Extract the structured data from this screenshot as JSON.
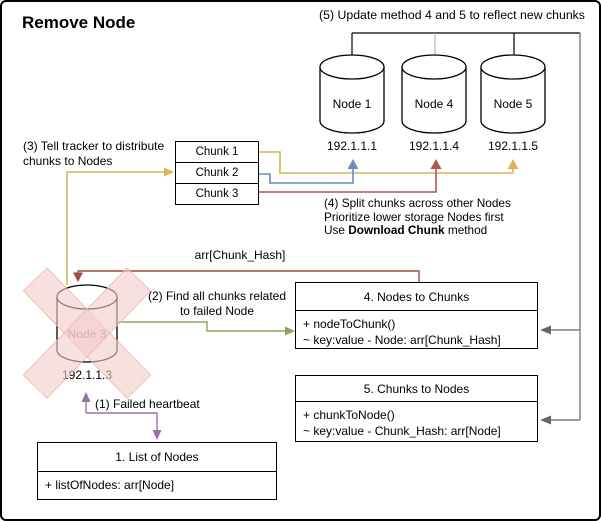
{
  "title": "Remove Node",
  "annotations": {
    "step5": "(5) Update method 4 and 5 to reflect new chunks",
    "step3_line1": "(3) Tell tracker to distribute",
    "step3_line2": "chunks to Nodes",
    "step4_line1": "(4) Split chunks across other Nodes",
    "step4_line2": "Prioritize lower storage Nodes first",
    "step4_line3_prefix": "Use ",
    "step4_line3_bold": "Download Chunk",
    "step4_line3_suffix": " method",
    "arr_label": "arr[Chunk_Hash]",
    "step2_line1": "(2) Find all chunks related",
    "step2_line2": "to failed Node",
    "step1": "(1) Failed heartbeat"
  },
  "nodes": [
    {
      "name": "Node 1",
      "ip": "192.1.1.1"
    },
    {
      "name": "Node 4",
      "ip": "192.1.1.4"
    },
    {
      "name": "Node 5",
      "ip": "192.1.1.5"
    }
  ],
  "failed_node": {
    "name": "Node 3",
    "ip": "192.1.1.3"
  },
  "chunks": [
    "Chunk 1",
    "Chunk 2",
    "Chunk 3"
  ],
  "boxes": {
    "nodes_to_chunks": {
      "title": "4. Nodes to Chunks",
      "lines": [
        "+ nodeToChunk()",
        "~ key:value - Node: arr[Chunk_Hash]"
      ]
    },
    "chunks_to_nodes": {
      "title": "5. Chunks to Nodes",
      "lines": [
        "+ chunkToNode()",
        "~ key:value - Chunk_Hash: arr[Node]"
      ]
    },
    "list_of_nodes": {
      "title": "1. List of Nodes",
      "lines": [
        "+ listOfNodes: arr[Node]"
      ]
    }
  },
  "colors": {
    "yellow": "#D6B656",
    "blue": "#6C8EBF",
    "red": "#B85450",
    "dark_red": "#9A4C43",
    "green": "#86A85F",
    "purple": "#9673A6",
    "gray": "#666666",
    "light_gray_stub": "#B3B3B3",
    "failed_overlay_pink": "#F3CDCB"
  }
}
